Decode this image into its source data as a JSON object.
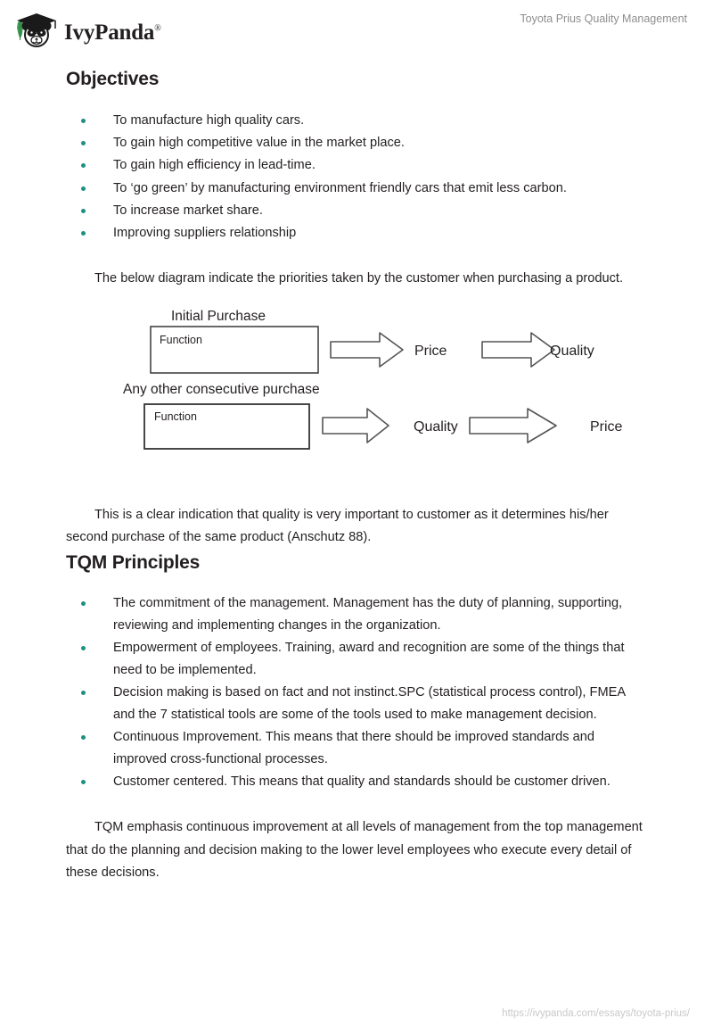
{
  "header": {
    "logo_text": "IvyPanda",
    "logo_trademark": "®",
    "logo_icon": "panda-graduation-cap-logo",
    "document_title": "Toyota Prius Quality Management"
  },
  "sections": {
    "objectives": {
      "heading": "Objectives",
      "bullets": [
        "To manufacture high quality cars.",
        "To gain high competitive value in the market place.",
        "To gain high efficiency in lead-time.",
        "To ‘go green’ by manufacturing environment friendly cars that emit less carbon.",
        "To increase market share.",
        "Improving suppliers relationship"
      ],
      "intro_paragraph": "The below diagram indicate the priorities taken by the customer when purchasing a product.",
      "closing_paragraph": "This is a clear indication that quality is very important to customer as it determines his/her second purchase of the same product (Anschutz 88)."
    },
    "tqm": {
      "heading": "TQM Principles",
      "bullets": [
        "The commitment of the management. Management has the duty of planning, supporting, reviewing and implementing changes in the organization.",
        "Empowerment of employees. Training, award and recognition are some of the things that need to be implemented.",
        "Decision making is based on fact and not instinct.SPC (statistical process control), FMEA and the 7 statistical tools are some of the tools used to make management decision.",
        "Continuous Improvement. This means that there should be improved standards and improved cross-functional processes.",
        "Customer centered. This means that quality and standards should be customer driven."
      ],
      "closing_paragraph": "TQM emphasis continuous improvement at all levels of management from the top management that do the planning and decision making to the lower level employees who execute every detail of these decisions."
    }
  },
  "diagram": {
    "rows": [
      {
        "label": "Initial Purchase",
        "box_text": "Function",
        "step_1": "Price",
        "step_2": "Quality"
      },
      {
        "label": "Any other consecutive purchase",
        "box_text": "Function",
        "step_1": "Quality",
        "step_2": "Price"
      }
    ]
  },
  "footer": {
    "url": "https://ivypanda.com/essays/toyota-prius/"
  },
  "colors": {
    "bullet": "#1b9084",
    "text": "#231f20",
    "muted": "#8e8e8e",
    "footer": "#c9c9c9",
    "diagram_stroke": "#555555"
  }
}
